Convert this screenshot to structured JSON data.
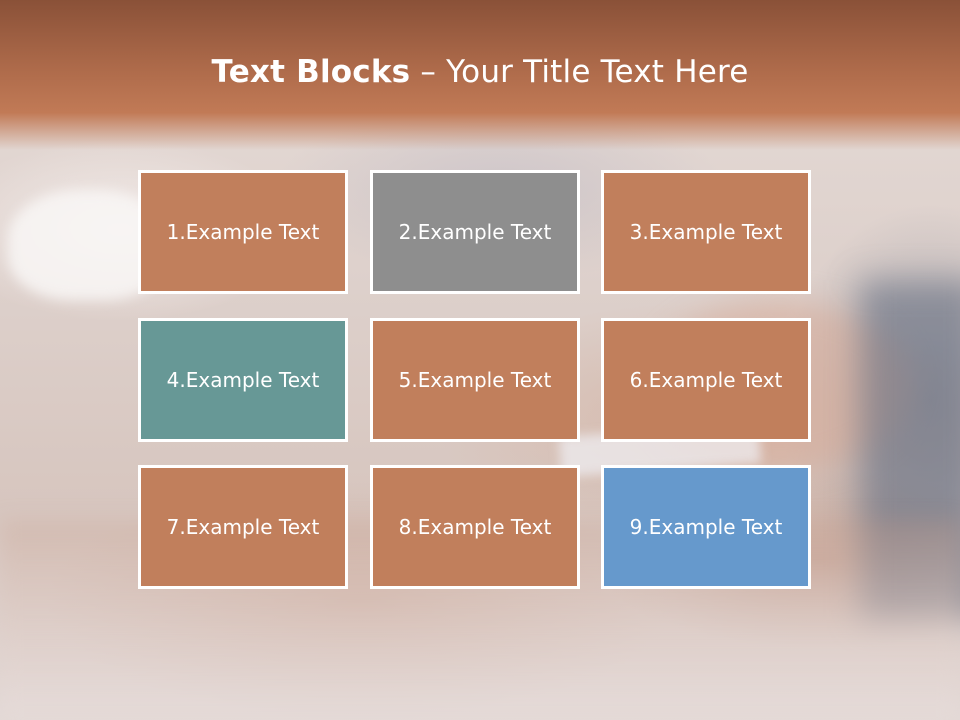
{
  "title": {
    "bold": "Text Blocks",
    "separator": " – ",
    "rest": "Your Title Text Here"
  },
  "blocks": [
    {
      "label": "1.Example Text",
      "color": "#c17f5c"
    },
    {
      "label": "2.Example Text",
      "color": "#8e8e8e"
    },
    {
      "label": "3.Example Text",
      "color": "#c17f5c"
    },
    {
      "label": "4.Example Text",
      "color": "#679896"
    },
    {
      "label": "5.Example Text",
      "color": "#c17f5c"
    },
    {
      "label": "6.Example Text",
      "color": "#c17f5c"
    },
    {
      "label": "7.Example Text",
      "color": "#c17f5c"
    },
    {
      "label": "8.Example Text",
      "color": "#c17f5c"
    },
    {
      "label": "9.Example Text",
      "color": "#6699cc"
    }
  ]
}
